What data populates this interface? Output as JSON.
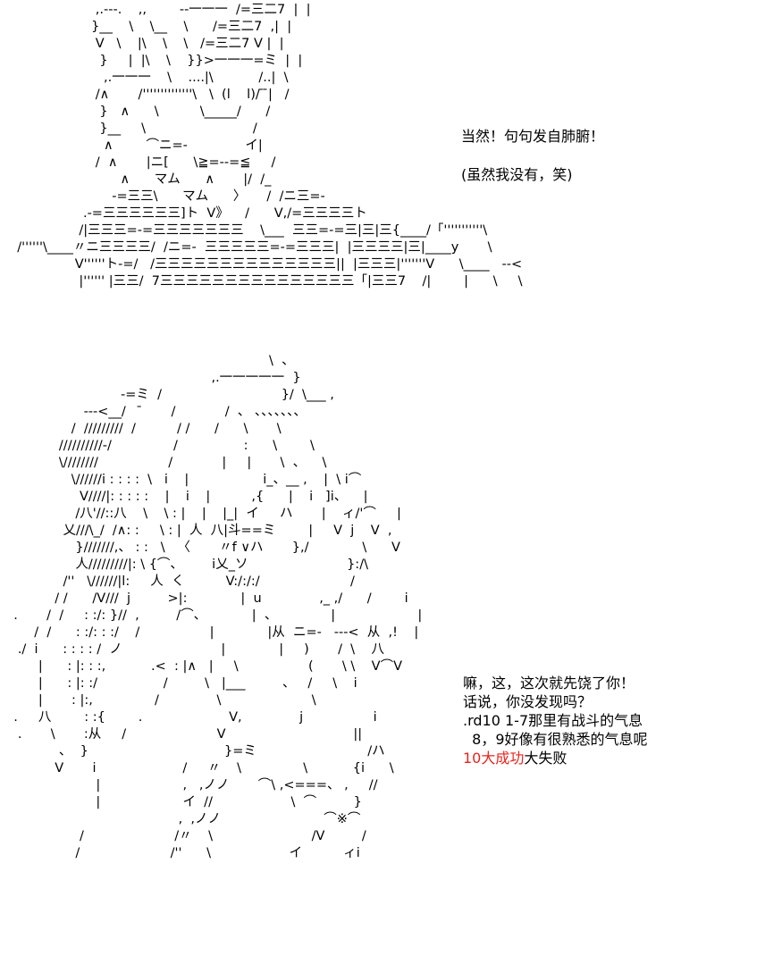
{
  "top_caption": {
    "line1": "当然！句句发自肺腑！",
    "line2": "(虽然我没有，笑)"
  },
  "bottom_caption": {
    "line1": "嘛，这，这次就先饶了你！",
    "line2": "话说，你没发现吗？",
    "line3": ".rd10 1-7那里有战斗的气息",
    "line4": "  8，9好像有很熟悉的气息呢",
    "line5_red": "10大成功",
    "line5_rest": "大失败"
  },
  "colors": {
    "text": "#000000",
    "success_red": "#e8231d",
    "background": "#ffffff"
  },
  "ascii_art": {
    "top": "                     ,.---.    ,,        --一一一  /=三二7  |  |\n                    }__    \\    \\__    \\      /=三二7  ,|  |\n                     V   \\    |\\    \\    \\   /=三二7 V |  |\n                      }     |  |\\    \\    }}>一一一=ミ  |  |\n                       ,.一一一    \\    ....|\\           /..|  \\\n                     /∧       /''''''''''''''\\   \\  (l    l)/ ̄ ̄|   /\n                      }   ∧      \\          \\_____/      /\n                      }__     \\                          /\n                       ∧        ⌒ニ=-              イ|\n                     /  ∧       |ニ[      \\≧=--=≦     /\n                           ∧      マム      ∧       |/  /_\n                         -=三三\\      マム      〉     /  /ニ三=-\n                  .-=三三三三三三]ト  V》    /      V,/=三三三三ト\n                 /|三三三=-=三三三三三三三    \\___  三三=-=三|三|三{____/「'''''''''''\\\n  /''''''\\____〃ニ三三三三/  /ニ=-  三三三三三=-=三三三|  |三三三三|三|____y       \\\n                V''''''ト-=/   /三三三三三三三三三三三三三三||  |三三三|'''''''V      \\____   --<\n                 |'''''' |三三/  7三三三三三三三三三三三三三三三「|三三7    /|        |      \\     \\",
    "bottom": "                                                                \\  、\n                                                  ,.一一一一一  }\n                            -=ミ  /                             }/  \\___ ,\n                   ---<__/    ̄       /            /  、 、、、、、、、\n                /  /////////  /          / /      /      \\       \\\n             //////////-/               /                :      \\        \\\n             \\////////                 /            |     |       \\  、    \\\n                \\//////i : : : :  \\   i    |                  i_、__ ,    |  \\ i⌒\n                  V////|: : : : :    |    i    |          ,{      |    i   ]i、    |\n                 /八'//::八    \\    \\ : |    |    |_|  イ     ハ       |    ィ/'⌒     |\n              乂///\\_/  /∧: :     \\ : |  人  八|斗==ミ        |     V  j    V  ,\n                 }///////,、 : :   \\   〈       〃f ∨ハ       },/             \\      V\n                 人/////////|: \\ {⌒、       i乂_ソ                        }:/\\\n              /''   \\//////|l:     人  く          V:/:/:/                      /\n            / /      /V///  j         >|:             |  u              ,_ ,/      /        i\n  .       /  /     : :/: }//  ,         /⌒、           |  、             |                    |\n       /  /      : :/: : :/    /                 |             |从  ニ=-   ---<  从  ,!    |\n   ./  i      : : : : /  ノ                        |             |     )       /  \\    八\n        |      : |: : :,           .<  : |∧   |     \\                 (       \\ \\    V⌒V\n        |      : |: :/                /         \\   |___         、   /     \\    i\n        |       : |:,               /              \\                      \\\n  .     八        : :{        .                     V,              j                 i\n   .       \\       :从     /                      V                               ||\n             、  }                                 }=ミ                           /ハ\n            V       i                     /     〃    \\               \\           {i      \\\n                      |                    ,   ,ノノ       ⌒\\ ,<===、 ,     //\n                      |                    イ  //                   \\  ⌒         }\n                                          ,  ,ノノ                         ⌒※⌒\n                  /                      /〃    \\                        /V         /\n                 /                      /''      \\                   イ          ィi"
  }
}
